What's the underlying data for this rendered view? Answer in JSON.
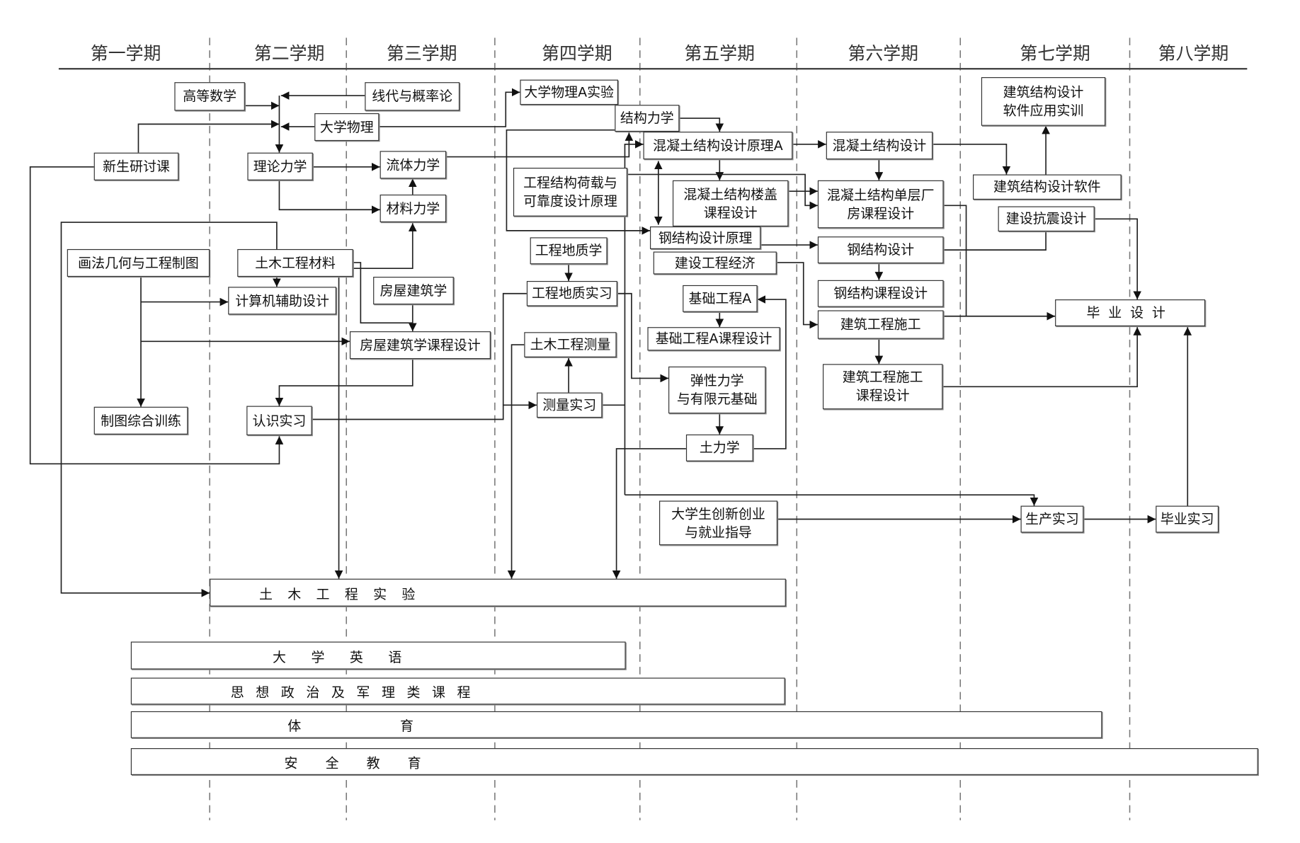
{
  "semesters": [
    "第一学期",
    "第二学期",
    "第三学期",
    "第四学期",
    "第五学期",
    "第六学期",
    "第七学期",
    "第八学期"
  ],
  "courses": {
    "gaodeng_shuxue": "高等数学",
    "xiandai": "线代与概率论",
    "daxue_wuli": "大学物理",
    "xinsheng": "新生研讨课",
    "lilun_lixue": "理论力学",
    "liuti_lixue": "流体力学",
    "cailiao_lixue": "材料力学",
    "huafa_jihe": "画法几何与工程制图",
    "tumu_cailiao": "土木工程材料",
    "jisuanji": "计算机辅助设计",
    "fangwu_jianzhu": "房屋建筑学",
    "fangwu_sheji": "房屋建筑学课程设计",
    "zhitu": "制图综合训练",
    "renshi_shixi": "认识实习",
    "wuli_shiyan": "大学物理A实验",
    "jiegou_lixue": "结构力学",
    "hezai": "工程结构荷载与\n可靠度设计原理",
    "dizhi_xue": "工程地质学",
    "dizhi_shixi": "工程地质实习",
    "celiang": "土木工程测量",
    "celiang_shixi": "测量实习",
    "hnt_yuanli": "混凝土结构设计原理A",
    "hnt_lougai": "混凝土结构楼盖\n课程设计",
    "gang_yuanli": "钢结构设计原理",
    "jingji": "建设工程经济",
    "jichu": "基础工程A",
    "jichu_sheji": "基础工程A课程设计",
    "tanxing": "弹性力学\n与有限元基础",
    "tulixue": "土力学",
    "chuangxin": "大学生创新创业\n与就业指导",
    "hnt_sheji": "混凝土结构设计",
    "danceng": "混凝土结构单层厂\n房课程设计",
    "gang_sheji": "钢结构设计",
    "gang_kecheng": "钢结构课程设计",
    "shigong": "建筑工程施工",
    "shigong_sheji": "建筑工程施工\n课程设计",
    "ruanjian_shixun": "建筑结构设计\n软件应用实训",
    "ruanjian": "建筑结构设计软件",
    "kangzhen": "建设抗震设计",
    "biye_sheji": "毕业设计",
    "shengchan_shixi": "生产实习",
    "biye_shixi": "毕业实习"
  },
  "bars": {
    "shiyan": "土木工程实验",
    "yingyu": "大学英语",
    "sizheng": "思想政治及军理类课程",
    "tiyu": "体育",
    "anquan": "安全教育"
  }
}
